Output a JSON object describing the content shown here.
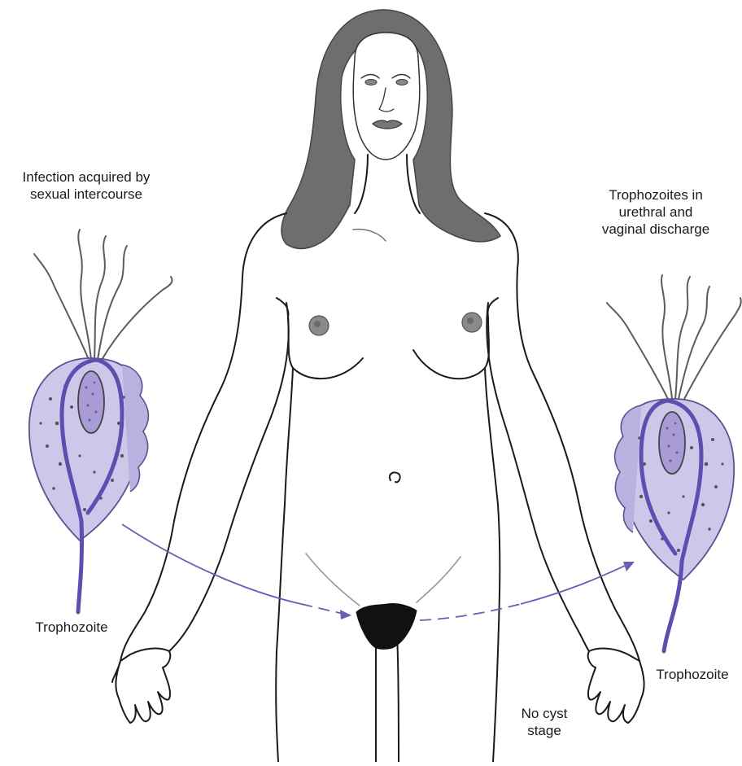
{
  "labels": {
    "infection": [
      "Infection acquired by",
      "sexual intercourse"
    ],
    "discharge": [
      "Trophozoites in",
      "urethral and",
      "vaginal discharge"
    ],
    "trophozoite_left": "Trophozoite",
    "trophozoite_right": "Trophozoite",
    "no_cyst": [
      "No cyst",
      "stage"
    ]
  },
  "colors": {
    "body_outline": "#1a1a1a",
    "hair": "#6e6e6e",
    "organism_fill": "#cdc8ea",
    "organism_outline": "#5a5290",
    "axostyle": "#5b4fb0",
    "nucleus": "#a99cd6",
    "flagella": "#5c5c5c",
    "arrow": "#6a5fb3",
    "pubic": "#111111"
  }
}
